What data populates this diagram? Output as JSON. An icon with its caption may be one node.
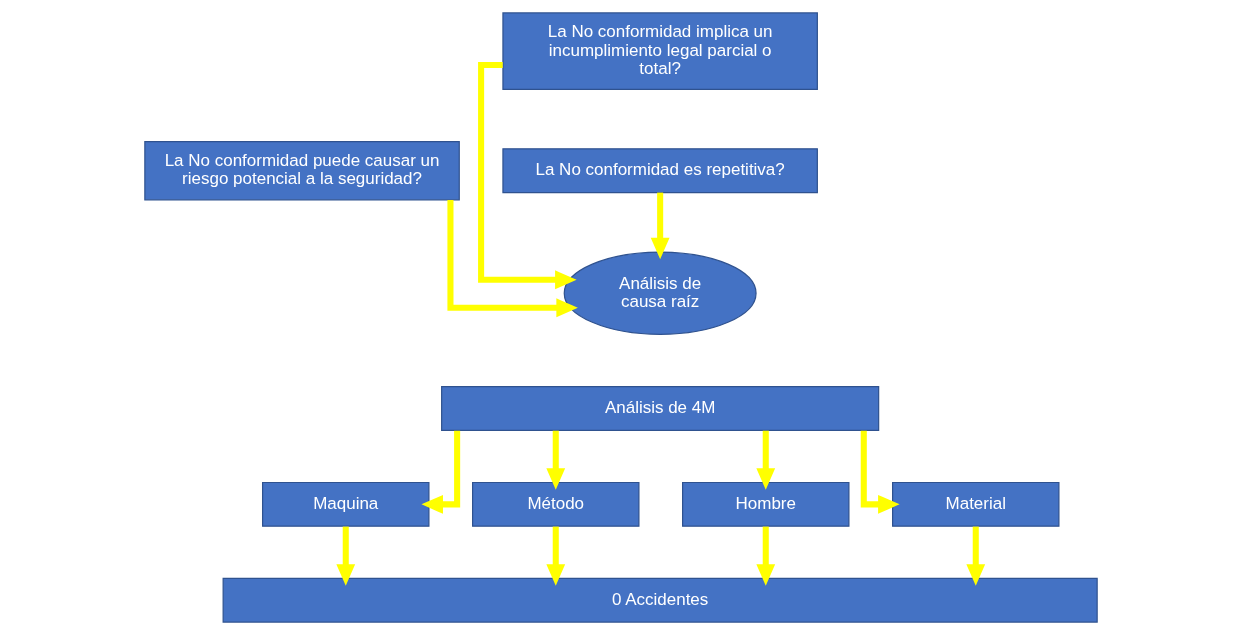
{
  "diagram": {
    "nodes": [
      {
        "text": [
          "La No conformidad implica un incumplimiento legal parcial o total?"
        ]
      },
      {
        "text": [
          "La No conformidad puede causar un riesgo potencial a la seguridad?"
        ]
      },
      {
        "text": [
          "La No conformidad es repetitiva?"
        ]
      },
      {
        "text": [
          "Análisis de causa raíz"
        ]
      },
      {
        "text": [
          "Análisis de 4M"
        ]
      },
      {
        "text": [
          "Maquina"
        ]
      },
      {
        "text": [
          "Método"
        ]
      },
      {
        "text": [
          "Hombre"
        ]
      },
      {
        "text": [
          "Material"
        ]
      },
      {
        "text": [
          "0 Accidentes"
        ]
      }
    ],
    "edges": [
      {
        "from": 0,
        "to": 3,
        "arrow": "to"
      },
      {
        "from": 1,
        "to": 3,
        "arrow": "to"
      },
      {
        "from": 2,
        "to": 3,
        "arrow": "to"
      },
      {
        "from": 4,
        "to": 5,
        "arrow": "to"
      },
      {
        "from": 4,
        "to": 6,
        "arrow": "to"
      },
      {
        "from": 4,
        "to": 7,
        "arrow": "to"
      },
      {
        "from": 4,
        "to": 8,
        "arrow": "to"
      },
      {
        "from": 5,
        "to": 9,
        "arrow": "to"
      },
      {
        "from": 6,
        "to": 9,
        "arrow": "to"
      },
      {
        "from": 7,
        "to": 9,
        "arrow": "to"
      },
      {
        "from": 8,
        "to": 9,
        "arrow": "to"
      }
    ]
  }
}
